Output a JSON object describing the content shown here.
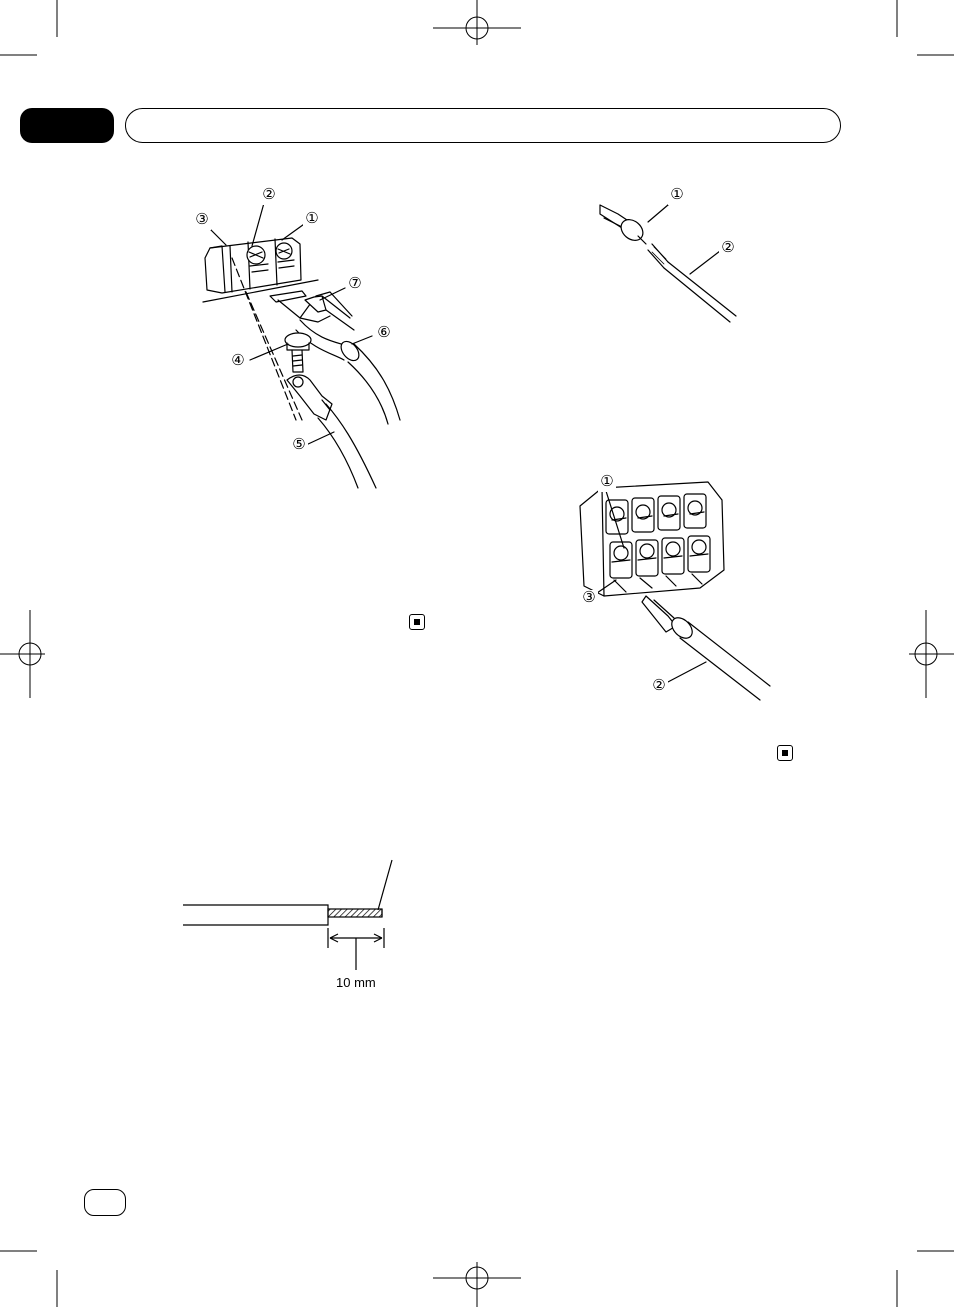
{
  "header": {
    "chapter_tab": "",
    "title_bar": ""
  },
  "figure_terminal": {
    "callouts": [
      "①",
      "②",
      "③",
      "④",
      "⑤",
      "⑥",
      "⑦"
    ]
  },
  "figure_spade": {
    "callouts": [
      "①",
      "②"
    ]
  },
  "figure_block": {
    "callouts": [
      "①",
      "②",
      "③"
    ]
  },
  "figure_strip": {
    "dimension": "10 mm"
  },
  "footer": {
    "page_badge": ""
  }
}
